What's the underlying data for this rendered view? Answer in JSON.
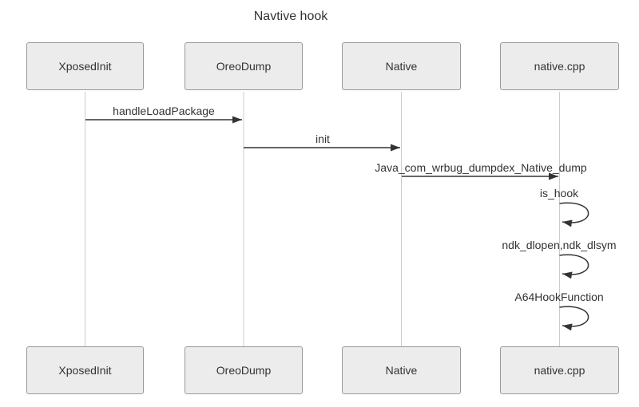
{
  "title": "Navtive hook",
  "actors": [
    {
      "label": "XposedInit"
    },
    {
      "label": "OreoDump"
    },
    {
      "label": "Native"
    },
    {
      "label": "native.cpp"
    }
  ],
  "messages": [
    {
      "label": "handleLoadPackage",
      "from": "XposedInit",
      "to": "OreoDump",
      "self": false
    },
    {
      "label": "init",
      "from": "OreoDump",
      "to": "Native",
      "self": false
    },
    {
      "label": "Java_com_wrbug_dumpdex_Native_dump",
      "from": "Native",
      "to": "native.cpp",
      "self": false
    },
    {
      "label": "is_hook",
      "from": "native.cpp",
      "to": "native.cpp",
      "self": true
    },
    {
      "label": "ndk_dlopen,ndk_dlsym",
      "from": "native.cpp",
      "to": "native.cpp",
      "self": true
    },
    {
      "label": "A64HookFunction",
      "from": "native.cpp",
      "to": "native.cpp",
      "self": true
    }
  ],
  "colors": {
    "background": "#ffffff",
    "actor_fill": "#ececec",
    "actor_border": "#999999",
    "text": "#333333",
    "message_line": "#333333",
    "lifeline": "#cccccc"
  }
}
